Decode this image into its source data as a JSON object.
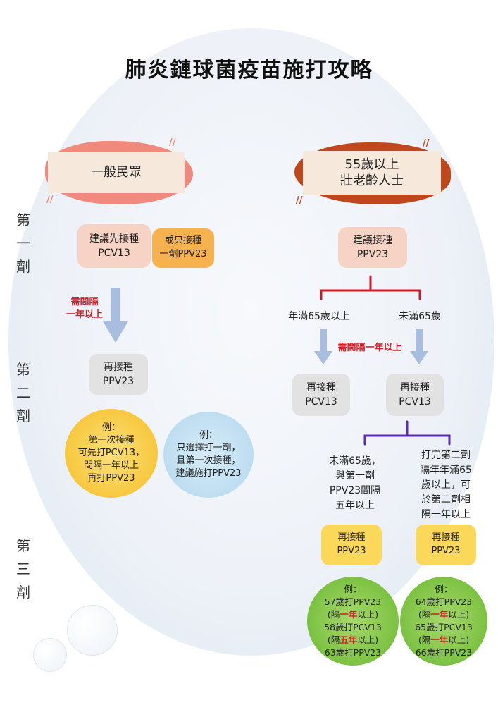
{
  "title": "肺炎鏈球菌疫苗施打攻略",
  "stages": {
    "first": "第一劑",
    "second": "第二劑",
    "third": "第三劑"
  },
  "left": {
    "header": "一般民眾",
    "first_box": "建議先接種\nPCV13",
    "alt_box": "或只接種\n一劑PPV23",
    "interval": "需間隔\n一年以上",
    "second_box": "再接種\nPPV23",
    "example_a": "例：\n第一次接種\n可先打PCV13，\n間隔一年以上\n再打PPV23",
    "example_b": "例：\n只選擇打一劑，\n且第一次接種，\n建議施打PPV23"
  },
  "right": {
    "header": "55歲以上\n壯老齡人士",
    "first_box": "建議接種\nPPV23",
    "branch_a": "年滿65歲以上",
    "branch_b": "未滿65歲",
    "interval": "需間隔一年以上",
    "second_a": "再接種\nPCV13",
    "second_b": "再接種\nPCV13",
    "cond_a": "未滿65歲，\n與第一劑\nPPV23間隔\n五年以上",
    "cond_b": "打完第二劑\n隔年年滿65\n歲以上，可\n於第二劑相\n隔一年以上",
    "third_a": "再接種\nPPV23",
    "third_b": "再接種\nPPV23",
    "example_a": {
      "l1": "例：",
      "l2": "57歲打PPV23",
      "l3a": "(隔",
      "l3b": "一年",
      "l3c": "以上)",
      "l4": "58歲打PCV13",
      "l5a": "(隔",
      "l5b": "五年",
      "l5c": "以上)",
      "l6": "63歲打PPV23"
    },
    "example_b": {
      "l1": "例：",
      "l2": "64歲打PPV23",
      "l3a": "(隔",
      "l3b": "一年",
      "l3c": "以上)",
      "l4": "65歲打PCV13",
      "l5a": "(隔",
      "l5b": "一年",
      "l5c": "以上)",
      "l6": "66歲打PPV23"
    }
  },
  "colors": {
    "accent_red": "#d8202a",
    "bracket_red": "#c81e28",
    "bracket_purple": "#5b2bb8",
    "arrow_blue": "#a9bde0",
    "header_left_blob": "#f08a7c",
    "header_right_blob": "#c0461b",
    "example_green": "#7cc242",
    "example_yellow": "#f7c63a",
    "example_blue": "#bcdcf0"
  }
}
